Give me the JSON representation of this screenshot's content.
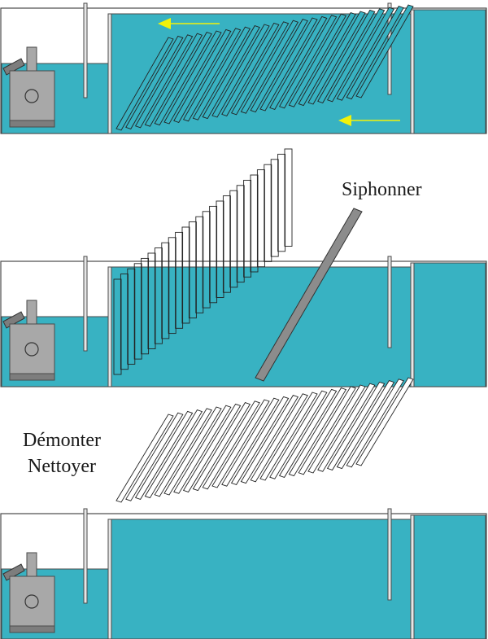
{
  "colors": {
    "water": "#38b2c2",
    "outline": "#4a4a4a",
    "pump": "#a8a8a8",
    "pump_dark": "#7d7d7d",
    "arrow": "#f2f20a",
    "siphon": "#8c8c8c",
    "background": "#ffffff"
  },
  "icons": [
    "flow-arrow-icon",
    "pump-icon",
    "siphon-tube-icon"
  ],
  "labels": {
    "siphon": "Siphonner",
    "dismount_line1": "Démonter",
    "dismount_line2": "Nettoyer"
  },
  "panels": [
    {
      "name": "panel-normal-operation",
      "media": "in-tank",
      "flow_arrows": true,
      "siphon": false
    },
    {
      "name": "panel-siphoning",
      "media": "lifted",
      "flow_arrows": false,
      "siphon": true
    },
    {
      "name": "panel-dismount-clean",
      "media": "removed",
      "flow_arrows": false,
      "siphon": false
    }
  ]
}
